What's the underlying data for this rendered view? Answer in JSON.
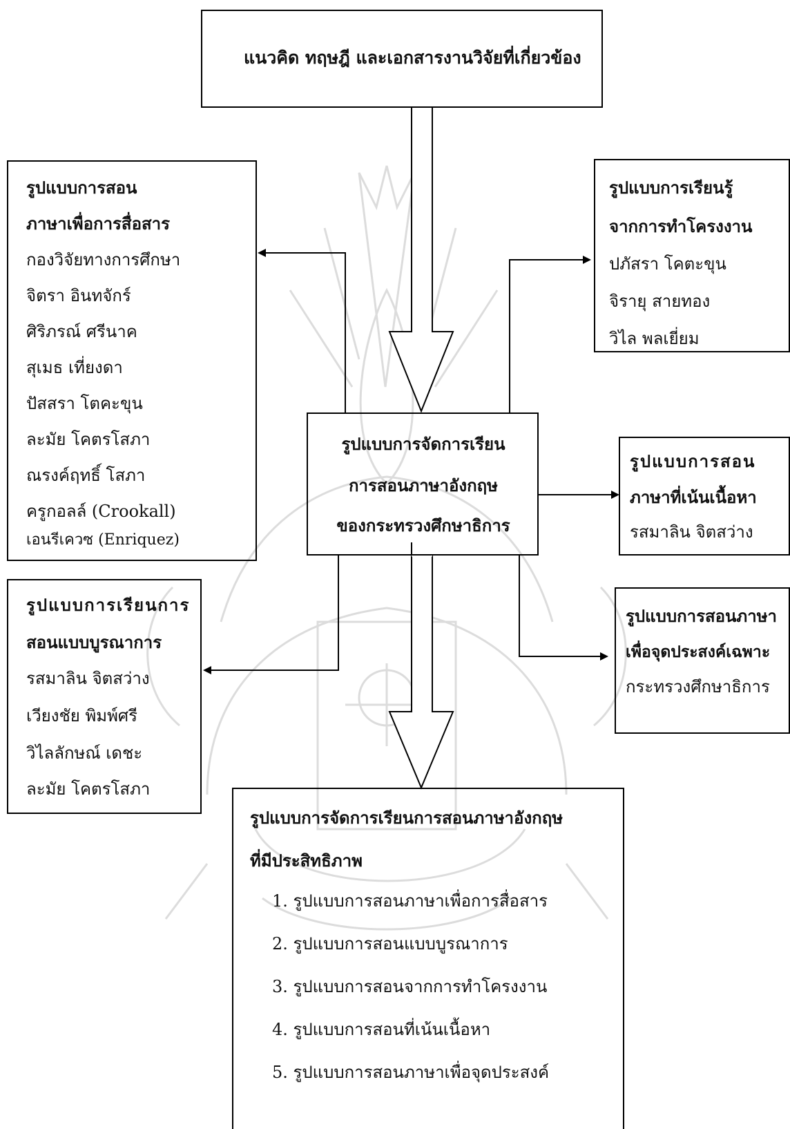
{
  "top_box": {
    "title": "แนวคิด ทฤษฎี และเอกสารงานวิจัยที่เกี่ยวข้อง"
  },
  "left_box_1": {
    "heading": [
      "รูปแบบการสอน",
      "ภาษาเพื่อการสื่อสาร"
    ],
    "refs": [
      "กองวิจัยทางการศึกษา",
      "จิตรา อินทจักร์",
      "ศิริภรณ์ ศรีนาค",
      "สุเมธ เที่ยงดา",
      "ปัสสรา โตคะขุน",
      "ละมัย โคตรโสภา",
      "ณรงค์ฤทธิ์ โสภา",
      "ครูกอลล์ (Crookall)",
      "เอนรีเควซ (Enriquez)"
    ]
  },
  "right_box_1": {
    "heading": [
      "รูปแบบการเรียนรู้",
      "จากการทำโครงงาน"
    ],
    "refs": [
      "ปภัสรา โคตะขุน",
      "จิรายุ สายทอง",
      "วิไล พลเยี่ยม"
    ]
  },
  "center_box": {
    "lines": [
      "รูปแบบการจัดการเรียน",
      "การสอนภาษาอังกฤษ",
      "ของกระทรวงศึกษาธิการ"
    ]
  },
  "right_box_2": {
    "heading": [
      "รูปแบบการสอน",
      "ภาษาที่เน้นเนื้อหา"
    ],
    "refs": [
      "รสมาลิน จิตสว่าง"
    ]
  },
  "left_box_2": {
    "heading": [
      "รูปแบบการเรียนการ",
      "สอนแบบบูรณาการ"
    ],
    "refs": [
      "รสมาลิน จิตสว่าง",
      "เวียงชัย พิมพ์ศรี",
      "วิไลลักษณ์ เดชะ",
      "ละมัย โคตรโสภา"
    ]
  },
  "right_box_3": {
    "heading": [
      "รูปแบบการสอนภาษา",
      "เพื่อจุดประสงค์เฉพาะ"
    ],
    "refs": [
      "กระทรวงศึกษาธิการ"
    ]
  },
  "bottom_box": {
    "heading": [
      "รูปแบบการจัดการเรียนการสอนภาษาอังกฤษ",
      "ที่มีประสิทธิภาพ"
    ],
    "items": [
      "1.  รูปแบบการสอนภาษาเพื่อการสื่อสาร",
      "2. รูปแบบการสอนแบบบูรณาการ",
      "3. รูปแบบการสอนจากการทำโครงงาน",
      "4. รูปแบบการสอนที่เน้นเนื้อหา",
      "5. รูปแบบการสอนภาษาเพื่อจุดประสงค์"
    ]
  }
}
